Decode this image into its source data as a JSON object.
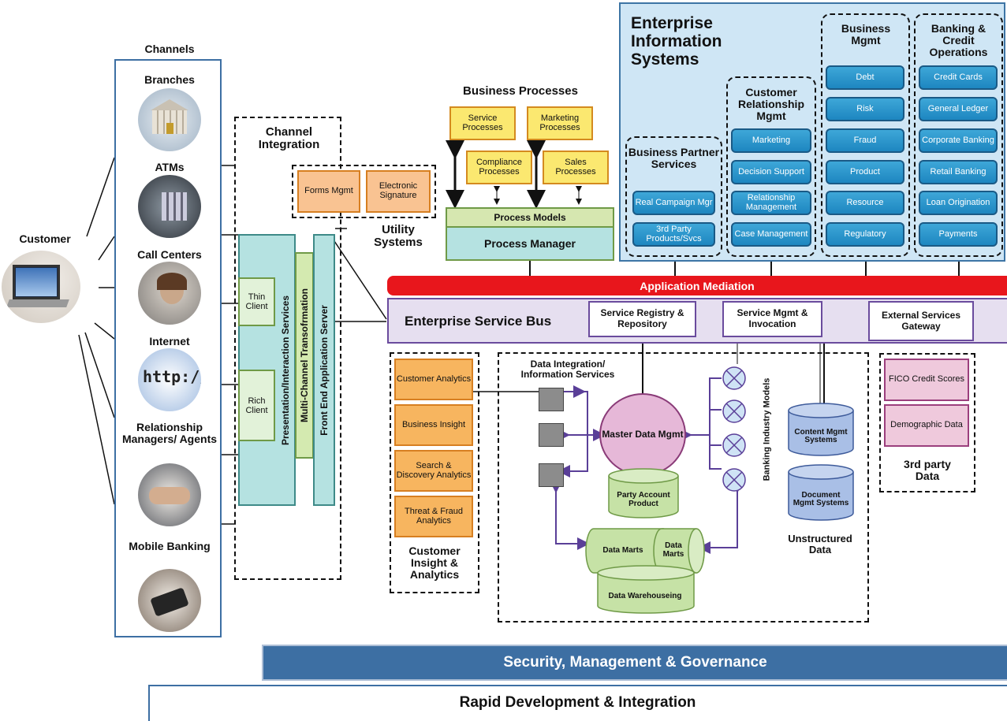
{
  "customer": {
    "label": "Customer"
  },
  "channels": {
    "header": "Channels",
    "items": [
      {
        "label": "Branches",
        "icon": "bank-icon"
      },
      {
        "label": "ATMs",
        "icon": "atm-keypad-icon"
      },
      {
        "label": "Call Centers",
        "icon": "headset-agent-icon"
      },
      {
        "label": "Internet",
        "icon": "http-browser-icon"
      },
      {
        "label": "Relationship Managers/ Agents",
        "icon": "handshake-icon"
      },
      {
        "label": "Mobile Banking",
        "icon": "mobile-phone-icon"
      }
    ]
  },
  "channel_integration": {
    "title": "Channel Integration",
    "thin_client": "Thin Client",
    "rich_client": "Rich Client",
    "presentation": "Presentation/Interaction Services",
    "multichannel": "Multi-Channel Transofrmation",
    "front_end": "Front End Application Server"
  },
  "utility": {
    "title": "Utility Systems",
    "forms": "Forms Mgmt",
    "esignature": "Electronic Signature"
  },
  "business_processes": {
    "title": "Business Processes",
    "service": "Service Processes",
    "marketing": "Marketing Processes",
    "compliance": "Compliance Processes",
    "sales": "Sales Processes",
    "process_models": "Process Models",
    "process_manager": "Process Manager"
  },
  "eis": {
    "title": "Enterprise Information Systems",
    "partner": {
      "title": "Business Partner Services",
      "items": [
        "Real Campaign Mgr",
        "3rd Party Products/Svcs"
      ]
    },
    "crm": {
      "title": "Customer Relationship Mgmt",
      "items": [
        "Marketing",
        "Decision Support",
        "Relationship Management",
        "Case Management"
      ]
    },
    "business": {
      "title": "Business Mgmt",
      "items": [
        "Debt",
        "Risk",
        "Fraud",
        "Product",
        "Resource",
        "Regulatory"
      ]
    },
    "banking": {
      "title": "Banking & Credit Operations",
      "items": [
        "Credit Cards",
        "General Ledger",
        "Corporate Banking",
        "Retail Banking",
        "Loan Origination",
        "Payments"
      ]
    }
  },
  "app_mediation": "Application Mediation",
  "esb": {
    "title": "Enterprise Service Bus",
    "registry": "Service Registry & Repository",
    "mgmt": "Service Mgmt & Invocation",
    "gateway": "External Services Gateway"
  },
  "insight": {
    "title": "Customer Insight & Analytics",
    "items": [
      "Customer Analytics",
      "Business Insight",
      "Search & Discovery Analytics",
      "Threat & Fraud Analytics"
    ]
  },
  "data_integration": {
    "title": "Data Integration/ Information Services",
    "mdm": "Master Data Mgmt",
    "party": "Party Account Product",
    "marts1": "Data Marts",
    "marts2": "Data Marts",
    "warehouse": "Data Warehouseing",
    "industry_models": "Banking Industry Models"
  },
  "unstructured": {
    "title": "Unstructured Data",
    "content": "Content Mgmt Systems",
    "document": "Document Mgmt Systems"
  },
  "third_party": {
    "title": "3rd party Data",
    "fico": "FICO Credit Scores",
    "demographic": "Demographic Data"
  },
  "security_bar": "Security, Management & Governance",
  "rapid_bar": "Rapid Development & Integration",
  "colors": {
    "eis_bg": "#cfe6f5",
    "eis_border": "#3d75a5",
    "mediation_red": "#e8161c",
    "esb_purple": "#e6dff0",
    "security_blue": "#3d6fa3"
  }
}
